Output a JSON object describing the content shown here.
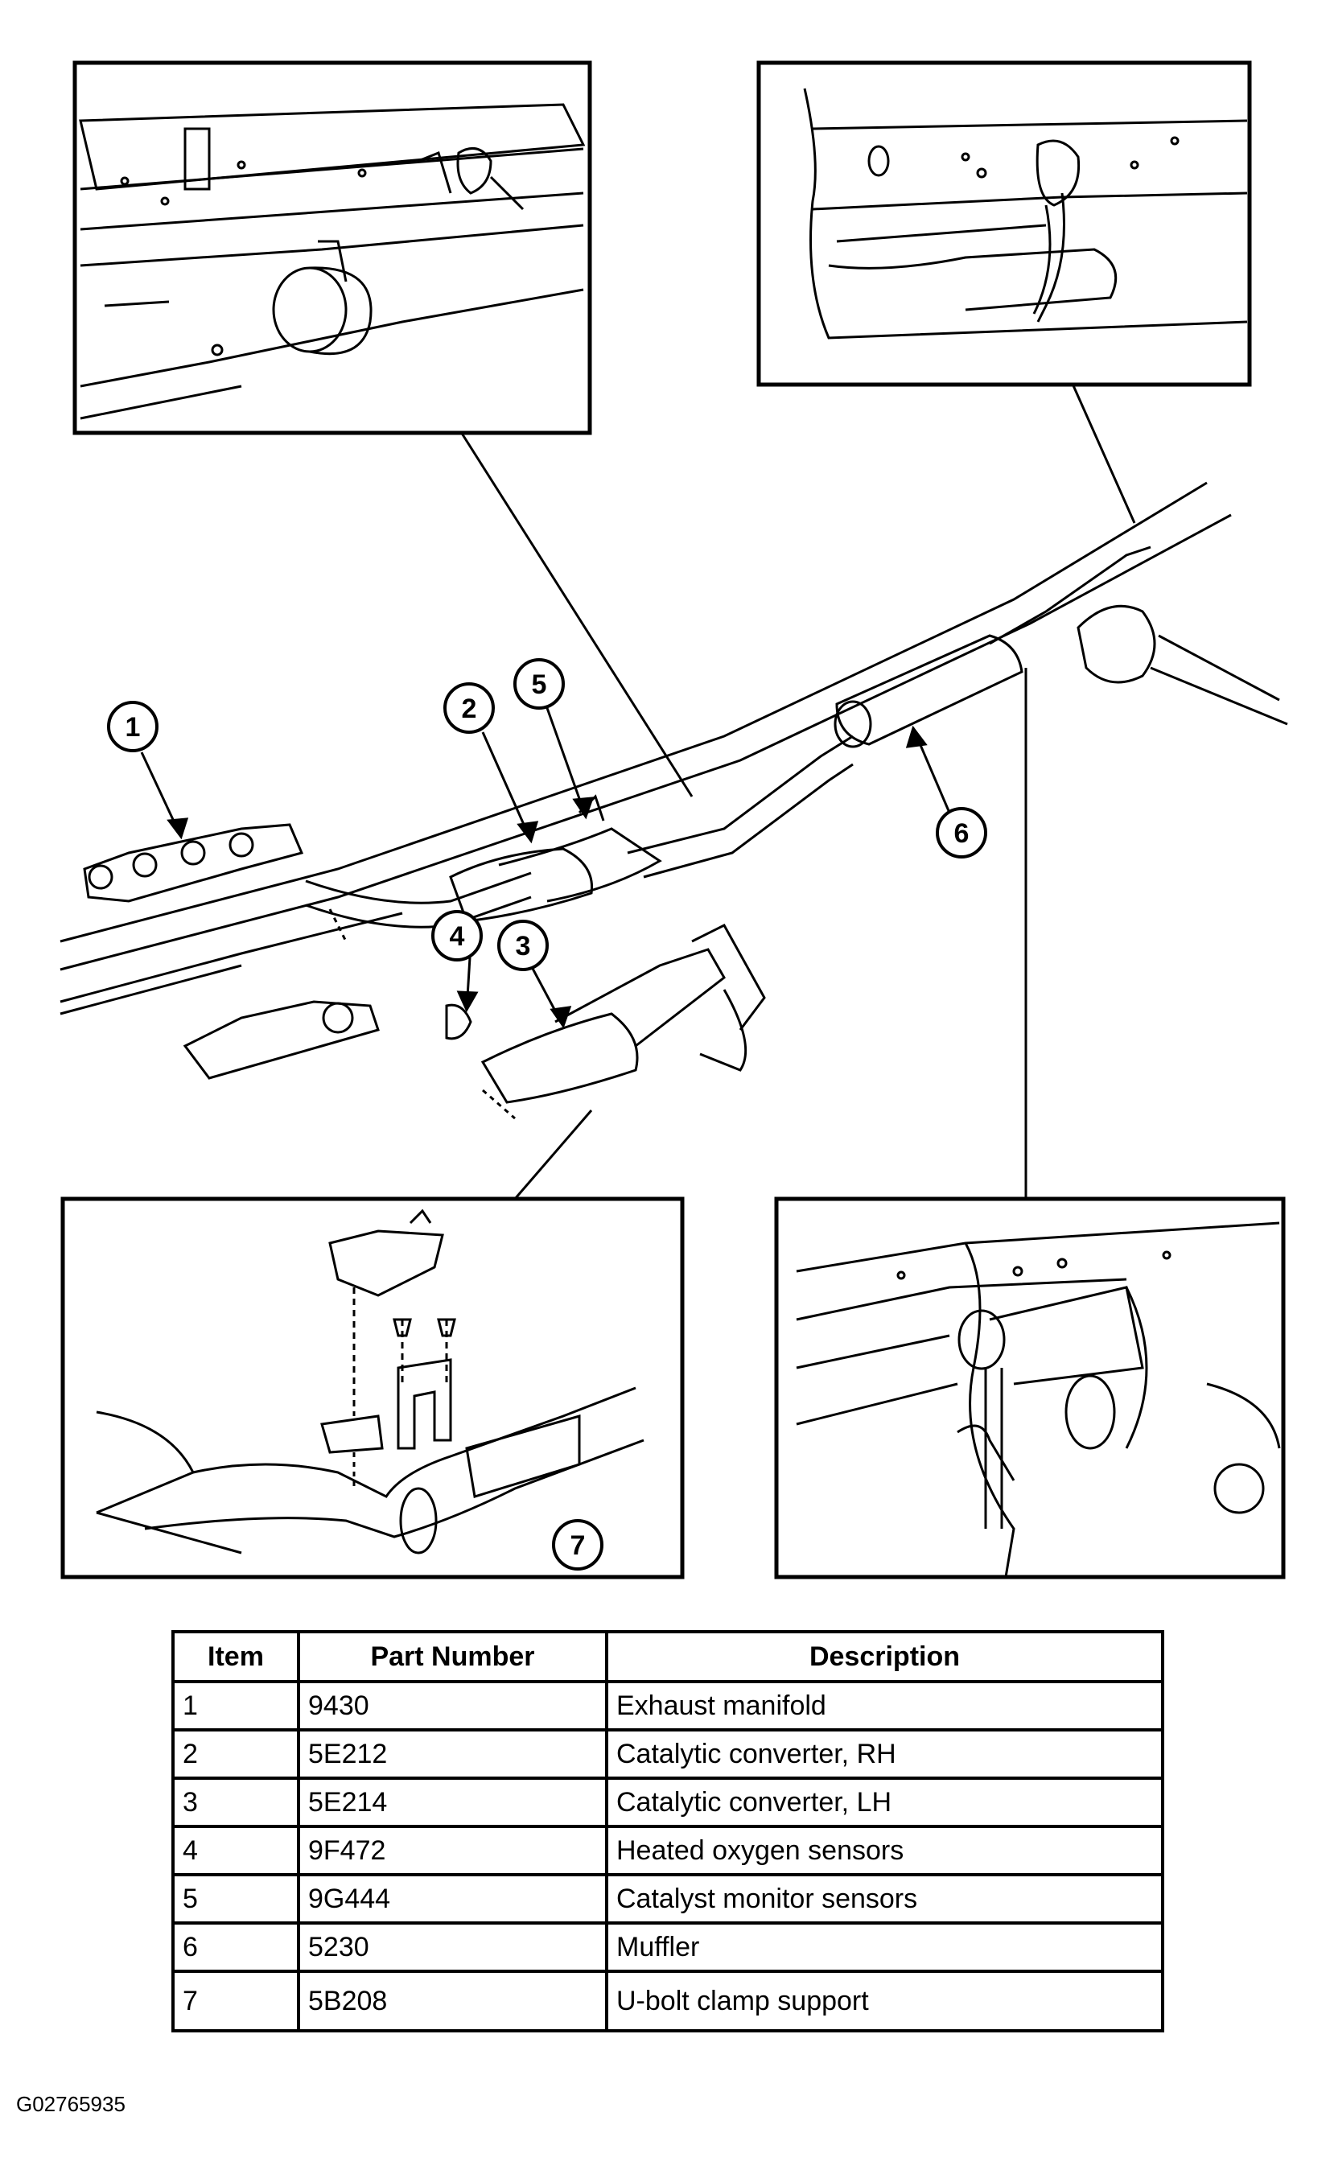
{
  "callouts": [
    "1",
    "2",
    "3",
    "4",
    "5",
    "6",
    "7"
  ],
  "table": {
    "headers": [
      "Item",
      "Part Number",
      "Description"
    ],
    "rows": [
      {
        "item": "1",
        "part_number": "9430",
        "description": "Exhaust manifold"
      },
      {
        "item": "2",
        "part_number": "5E212",
        "description": "Catalytic converter, RH"
      },
      {
        "item": "3",
        "part_number": "5E214",
        "description": "Catalytic converter, LH"
      },
      {
        "item": "4",
        "part_number": "9F472",
        "description": "Heated oxygen sensors"
      },
      {
        "item": "5",
        "part_number": "9G444",
        "description": "Catalyst monitor sensors"
      },
      {
        "item": "6",
        "part_number": "5230",
        "description": "Muffler"
      },
      {
        "item": "7",
        "part_number": "5B208",
        "description": "U-bolt clamp support"
      }
    ]
  },
  "figure_id": "G02765935"
}
